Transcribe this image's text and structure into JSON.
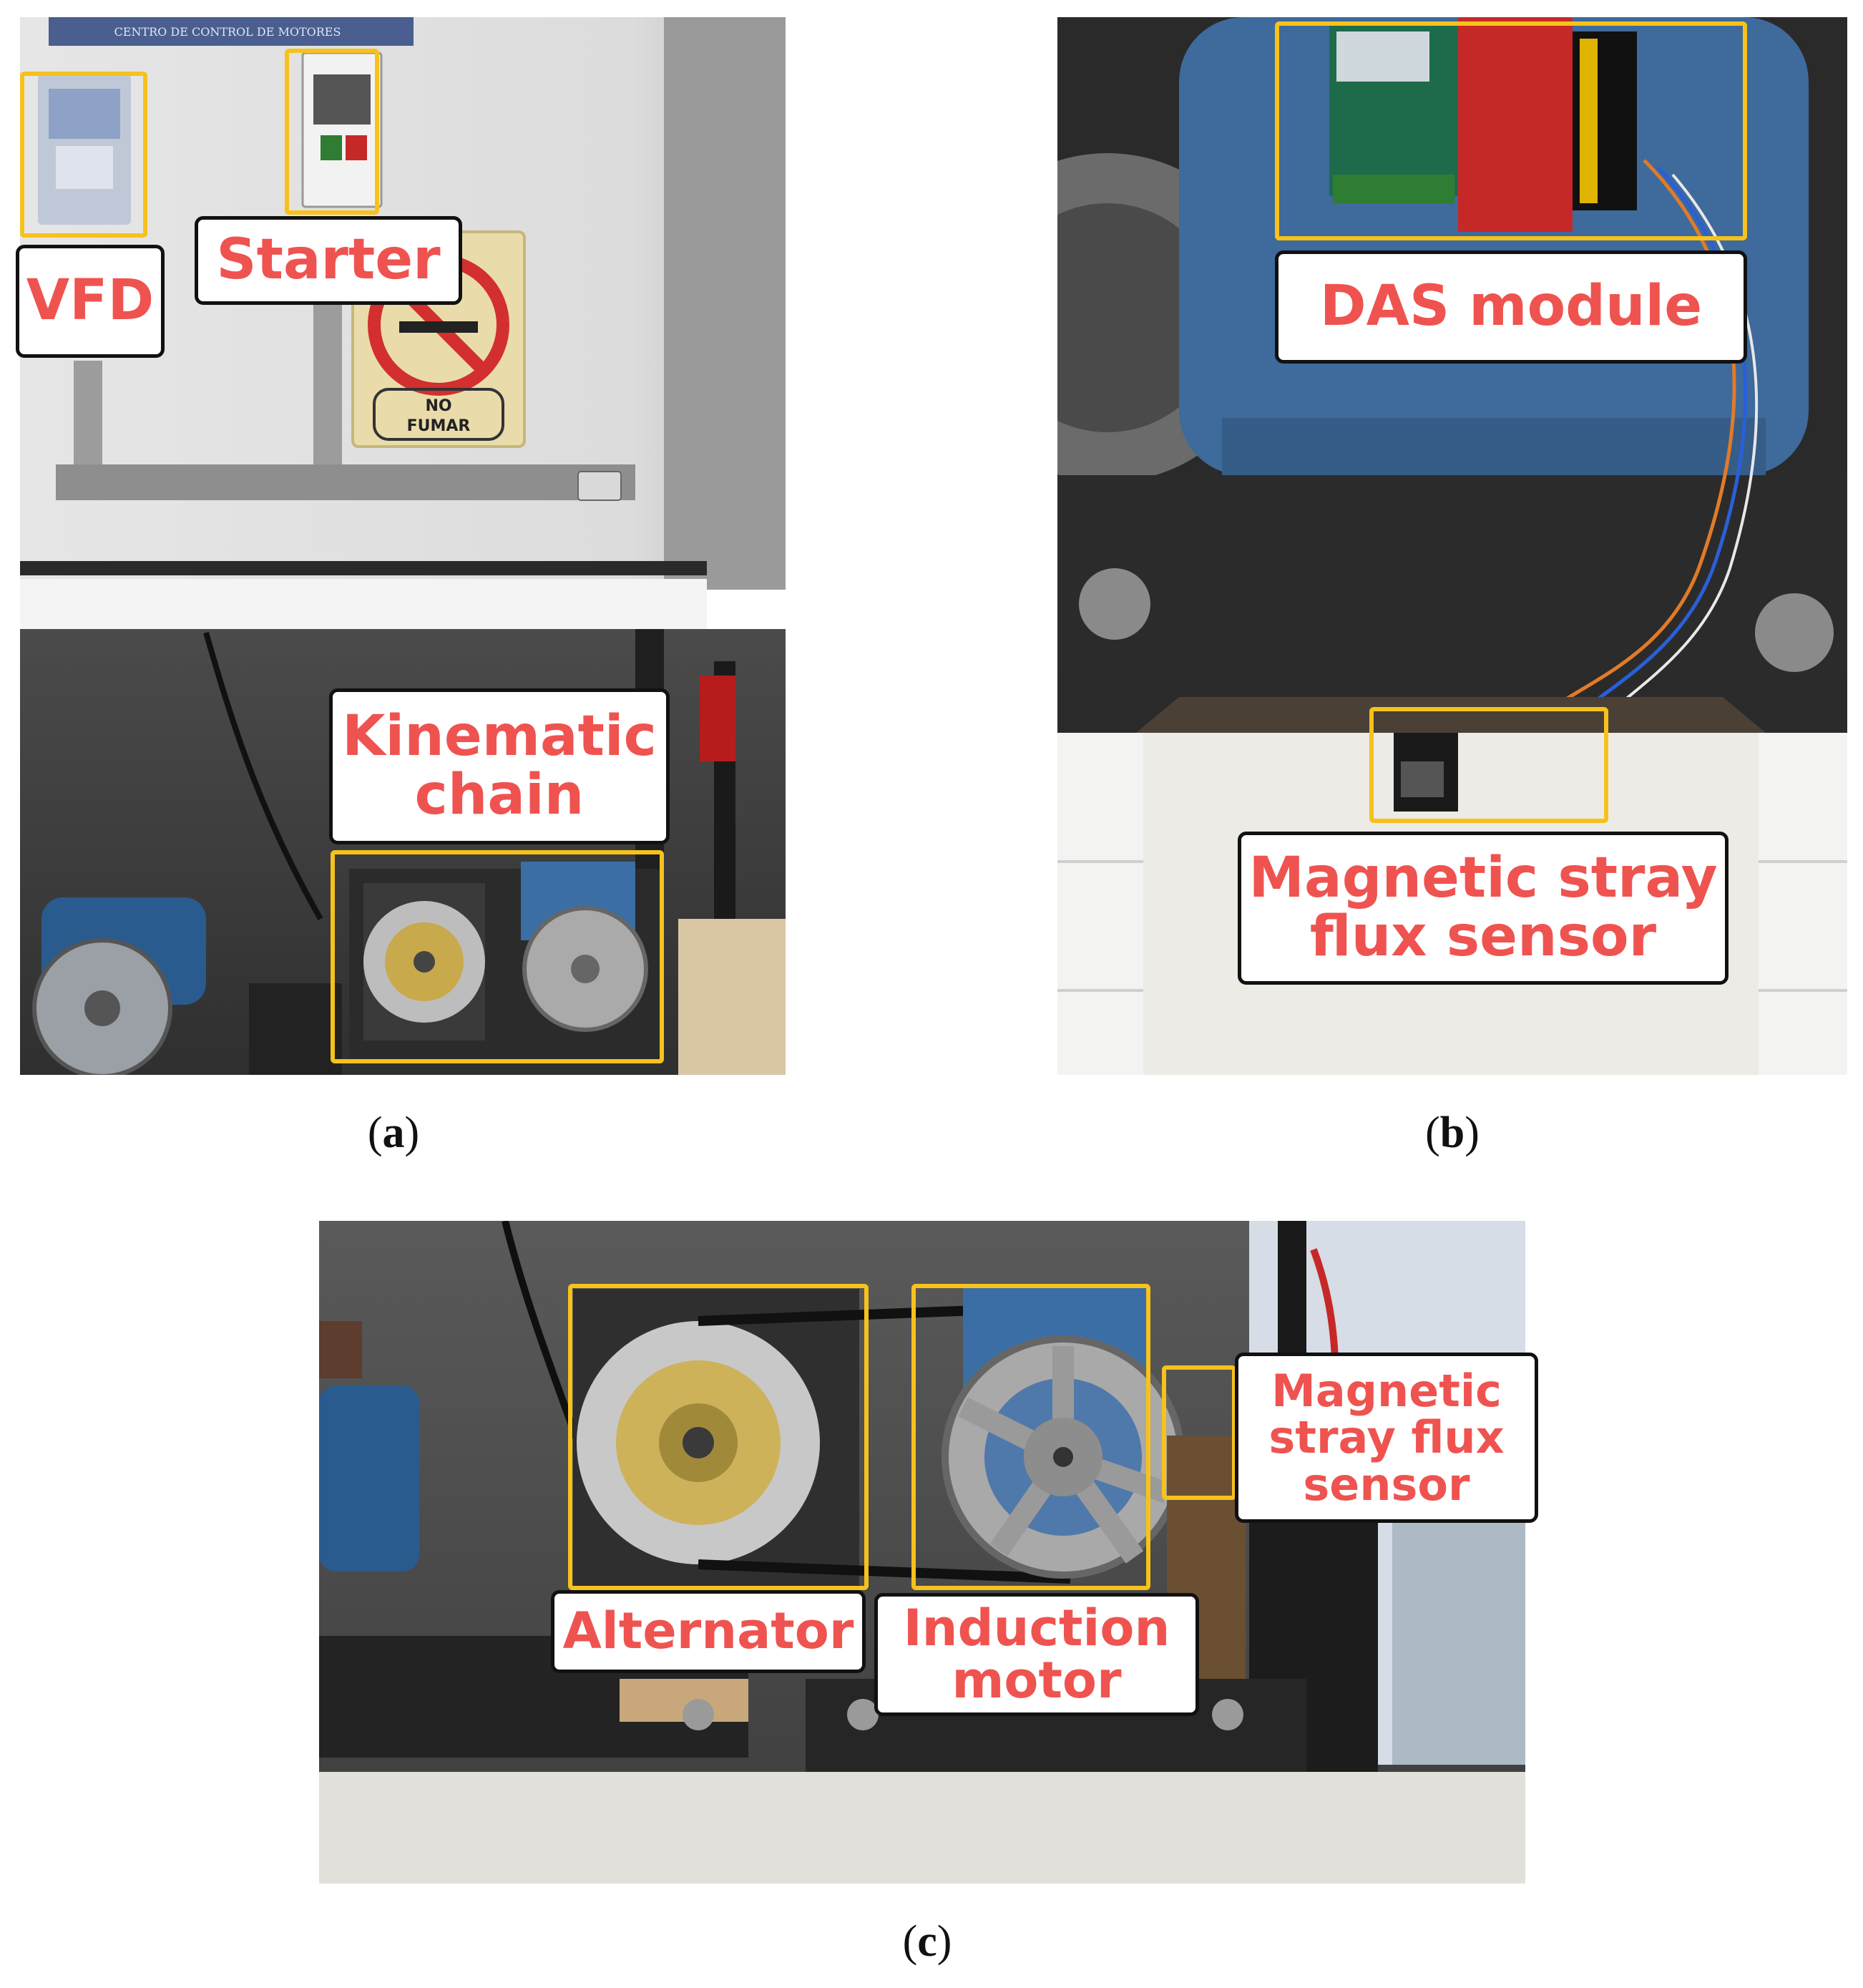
{
  "panels": [
    {
      "id": "a",
      "caption_letter": "a"
    },
    {
      "id": "b",
      "caption_letter": "b"
    },
    {
      "id": "c",
      "caption_letter": "c"
    }
  ],
  "labels": {
    "vfd": "VFD",
    "starter": "Starter",
    "kinematic_line1": "Kinematic",
    "kinematic_line2": "chain",
    "das": "DAS module",
    "msf_b_line1": "Magnetic stray",
    "msf_b_line2": "flux sensor",
    "alternator": "Alternator",
    "induction_line1": "Induction",
    "induction_line2": "motor",
    "msf_c_line1": "Magnetic",
    "msf_c_line2": "stray flux",
    "msf_c_line3": "sensor"
  },
  "photo_text": {
    "sign_line1": "NO",
    "sign_line2": "FUMAR",
    "banner": "CENTRO DE CONTROL DE MOTORES"
  },
  "colors": {
    "highlight": "#f6c21b",
    "label_text": "#ef5350",
    "label_border": "#111111"
  }
}
